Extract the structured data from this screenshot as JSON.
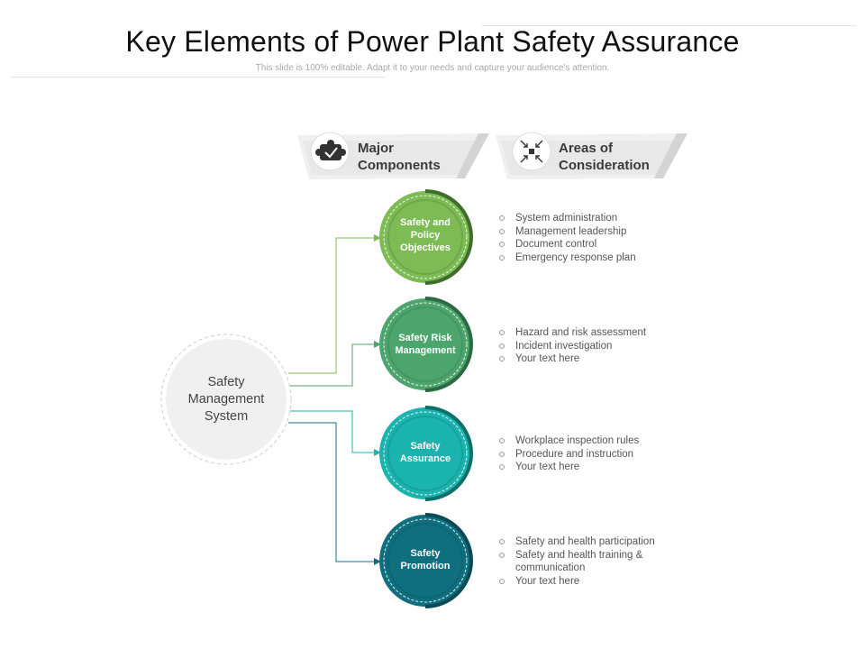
{
  "header": {
    "title": "Key Elements of Power Plant Safety Assurance",
    "subtitle": "This slide is 100% editable. Adapt it to your needs and capture your audience's attention."
  },
  "columns": {
    "components": {
      "label_line1": "Major",
      "label_line2": "Components",
      "icon": "puzzle-check-icon"
    },
    "considerations": {
      "label_line1": "Areas of",
      "label_line2": "Consideration",
      "icon": "arrows-converge-icon"
    }
  },
  "center": {
    "line1": "Safety",
    "line2": "Management",
    "line3": "System"
  },
  "elements": [
    {
      "lines": [
        "Safety and",
        "Policy",
        "Objectives"
      ],
      "color": "#7dbb55",
      "dark": "#3f6e2a",
      "items": [
        "System administration",
        "Management leadership",
        "Document control",
        "Emergency response plan"
      ]
    },
    {
      "lines": [
        "Safety Risk",
        "Management"
      ],
      "color": "#4ca56c",
      "dark": "#2b6a43",
      "items": [
        "Hazard and risk assessment",
        "Incident investigation",
        "Your text here"
      ]
    },
    {
      "lines": [
        "Safety",
        "Assurance"
      ],
      "color": "#1bb3ad",
      "dark": "#0b6f6b",
      "items": [
        "Workplace inspection rules",
        "Procedure and instruction",
        "Your text here"
      ]
    },
    {
      "lines": [
        "Safety",
        "Promotion"
      ],
      "color": "#0f6f7f",
      "dark": "#0a4a55",
      "items": [
        "Safety and health participation",
        "Safety and health training &",
        "communication",
        "Your text here"
      ]
    }
  ]
}
